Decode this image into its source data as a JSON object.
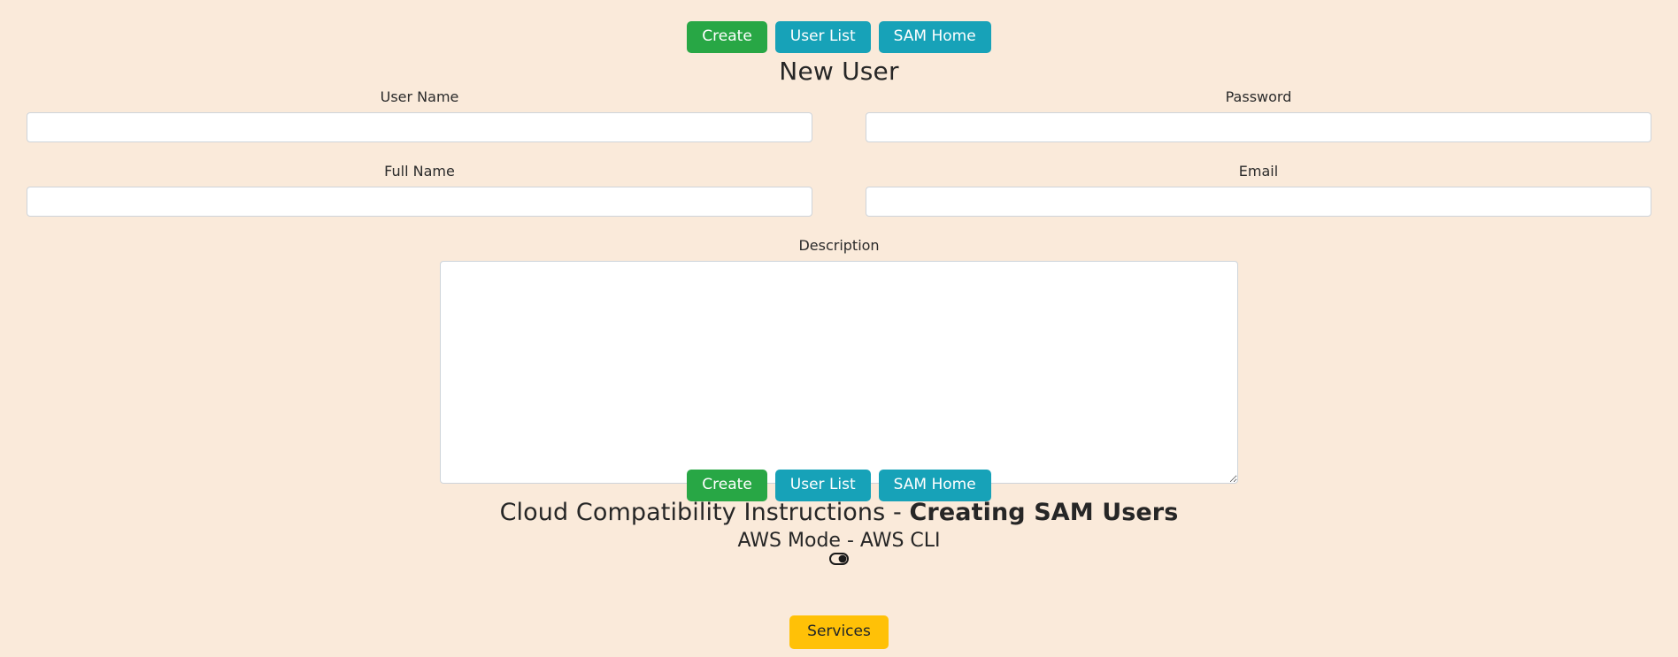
{
  "page": {
    "background_color": "#faeada",
    "title": "New User",
    "instructions_prefix": "Cloud Compatibility Instructions - ",
    "instructions_bold": "Creating SAM Users",
    "mode_line": "AWS Mode - AWS CLI"
  },
  "toolbar": {
    "create_label": "Create",
    "user_list_label": "User List",
    "sam_home_label": "SAM Home",
    "create_color": "#28a745",
    "info_color": "#17a2b8"
  },
  "form": {
    "fields": [
      {
        "label": "User Name",
        "value": "",
        "placeholder": "",
        "name": "user-name"
      },
      {
        "label": "Password",
        "value": "",
        "placeholder": "",
        "name": "password"
      },
      {
        "label": "Full Name",
        "value": "",
        "placeholder": "",
        "name": "full-name"
      },
      {
        "label": "Email",
        "value": "",
        "placeholder": "",
        "name": "email"
      }
    ],
    "description": {
      "label": "Description",
      "value": "",
      "placeholder": ""
    }
  },
  "toggle": {
    "icon": "toggle-switch-icon",
    "state": "on",
    "track_color": "#1a1a1a",
    "knob_color": "#1a1a1a"
  },
  "services": {
    "label": "Services",
    "color": "#ffc107",
    "text_color": "#212529"
  }
}
